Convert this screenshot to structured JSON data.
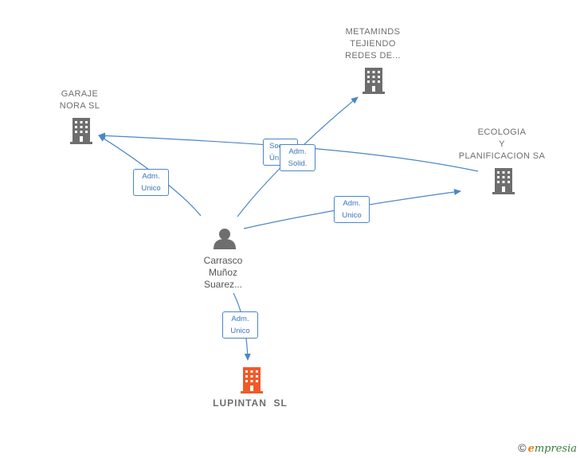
{
  "nodes": {
    "garaje": {
      "lines": [
        "GARAJE",
        "NORA SL"
      ],
      "icon": "building-icon",
      "color": "#6e6e6e"
    },
    "metaminds": {
      "lines": [
        "METAMINDS",
        "TEJIENDO",
        "REDES DE..."
      ],
      "icon": "building-icon",
      "color": "#6e6e6e"
    },
    "ecologia": {
      "lines": [
        "ECOLOGIA",
        "Y",
        "PLANIFICACION SA"
      ],
      "icon": "building-icon",
      "color": "#6e6e6e"
    },
    "person": {
      "lines": [
        "Carrasco",
        "Muñoz",
        "Suarez..."
      ],
      "icon": "person-icon",
      "color": "#6e6e6e"
    },
    "lupintan": {
      "lines": [
        "LUPINTAN  SL"
      ],
      "icon": "building-icon",
      "color": "#f05a28"
    }
  },
  "edges": {
    "garaje": {
      "lines": [
        "Adm.",
        "Unico"
      ]
    },
    "socio_back": {
      "lines": [
        "Soc",
        "Ún"
      ]
    },
    "solid": {
      "lines": [
        "Adm.",
        "Solid."
      ]
    },
    "ecologia": {
      "lines": [
        "Adm.",
        "Unico"
      ]
    },
    "lupintan": {
      "lines": [
        "Adm.",
        "Unico"
      ]
    }
  },
  "colors": {
    "edge": "#4a86c8",
    "node": "#6e6e6e",
    "main": "#f05a28"
  },
  "footer": {
    "copyright": "©",
    "brand_first": "e",
    "brand_rest": "mpresia"
  }
}
